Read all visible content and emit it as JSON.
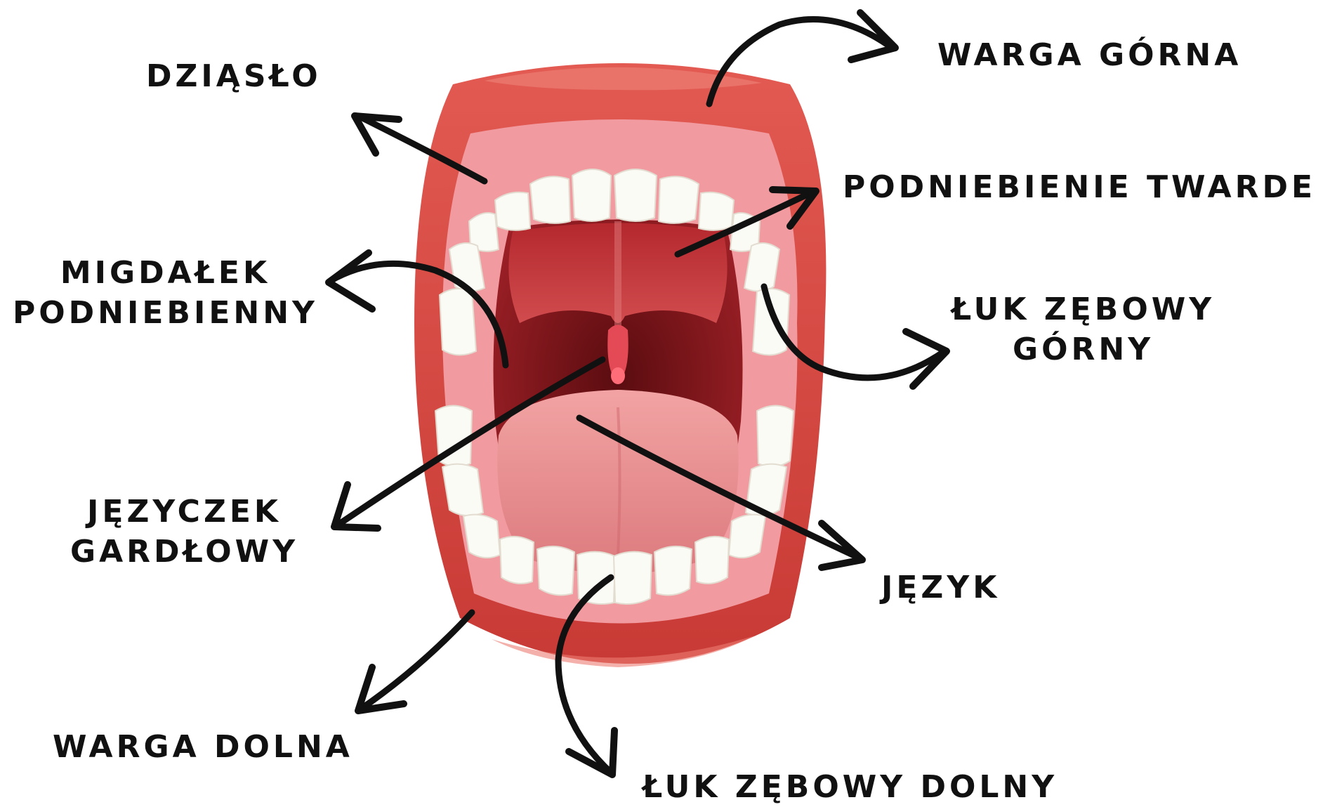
{
  "labels": {
    "dziaslo": "DZIĄSŁO",
    "warga_gorna": "WARGA GÓRNA",
    "podniebienie_twarde": "PODNIEBIENIE TWARDE",
    "migdalek_line1": "MIGDAŁEK",
    "migdalek_line2": "PODNIEBIENNY",
    "luk_gorny_line1": "ŁUK ZĘBOWY",
    "luk_gorny_line2": "GÓRNY",
    "jezyczek_line1": "JĘZYCZEK",
    "jezyczek_line2": "GARDŁOWY",
    "jezyk": "JĘZYK",
    "warga_dolna": "WARGA DOLNA",
    "luk_dolny": "ŁUK ZĘBOWY DOLNY"
  },
  "colors": {
    "lip": "#d9463f",
    "lip_dark": "#b52c28",
    "gum": "#f19aa0",
    "throat": "#7a1418",
    "palate": "#c6383c",
    "tongue": "#e78a8c",
    "tooth": "#fbfbf6",
    "ink": "#111111"
  }
}
